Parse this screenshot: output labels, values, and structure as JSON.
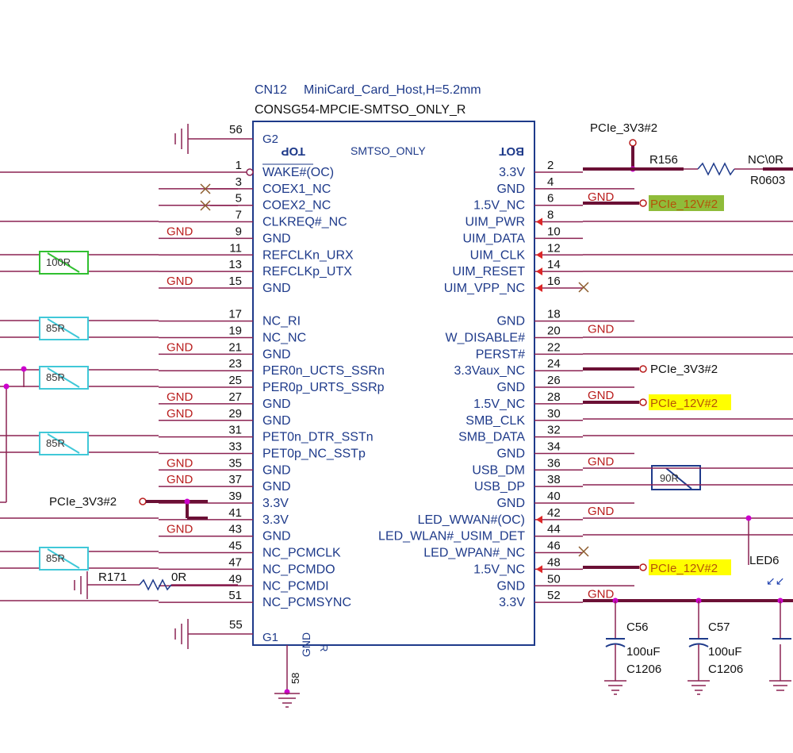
{
  "part": {
    "refdes": "CN12",
    "value": "MiniCard_Card_Host,H=5.2mm",
    "footprint": "CONSG54-MPCIE-SMTSO_ONLY_R",
    "variant": "SMTSO_ONLY",
    "top_label": "TOP",
    "bot_label": "BOT",
    "g2": "G2",
    "g1": "G1",
    "gnd_bottom": "GND",
    "r_mark": "R",
    "pin_56": "56",
    "pin_55": "55",
    "pin_58": "58"
  },
  "left_pins": [
    {
      "num": "1",
      "name": "WAKE#(OC)"
    },
    {
      "num": "3",
      "name": "COEX1_NC"
    },
    {
      "num": "5",
      "name": "COEX2_NC"
    },
    {
      "num": "7",
      "name": "CLKREQ#_NC"
    },
    {
      "num": "9",
      "name": "GND"
    },
    {
      "num": "11",
      "name": "REFCLKn_URX"
    },
    {
      "num": "13",
      "name": "REFCLKp_UTX"
    },
    {
      "num": "15",
      "name": "GND"
    },
    {
      "num": "17",
      "name": "NC_RI"
    },
    {
      "num": "19",
      "name": "NC_NC"
    },
    {
      "num": "21",
      "name": "GND"
    },
    {
      "num": "23",
      "name": "PER0n_UCTS_SSRn"
    },
    {
      "num": "25",
      "name": "PER0p_URTS_SSRp"
    },
    {
      "num": "27",
      "name": "GND"
    },
    {
      "num": "29",
      "name": "GND"
    },
    {
      "num": "31",
      "name": "PET0n_DTR_SSTn"
    },
    {
      "num": "33",
      "name": "PET0p_NC_SSTp"
    },
    {
      "num": "35",
      "name": "GND"
    },
    {
      "num": "37",
      "name": "GND"
    },
    {
      "num": "39",
      "name": "3.3V"
    },
    {
      "num": "41",
      "name": "3.3V"
    },
    {
      "num": "43",
      "name": "GND"
    },
    {
      "num": "45",
      "name": "NC_PCMCLK"
    },
    {
      "num": "47",
      "name": "NC_PCMDO"
    },
    {
      "num": "49",
      "name": "NC_PCMDI"
    },
    {
      "num": "51",
      "name": "NC_PCMSYNC"
    }
  ],
  "right_pins": [
    {
      "num": "2",
      "name": "3.3V"
    },
    {
      "num": "4",
      "name": "GND"
    },
    {
      "num": "6",
      "name": "1.5V_NC"
    },
    {
      "num": "8",
      "name": "UIM_PWR"
    },
    {
      "num": "10",
      "name": "UIM_DATA"
    },
    {
      "num": "12",
      "name": "UIM_CLK"
    },
    {
      "num": "14",
      "name": "UIM_RESET"
    },
    {
      "num": "16",
      "name": "UIM_VPP_NC"
    },
    {
      "num": "18",
      "name": "GND"
    },
    {
      "num": "20",
      "name": "W_DISABLE#"
    },
    {
      "num": "22",
      "name": "PERST#"
    },
    {
      "num": "24",
      "name": "3.3Vaux_NC"
    },
    {
      "num": "26",
      "name": "GND"
    },
    {
      "num": "28",
      "name": "1.5V_NC"
    },
    {
      "num": "30",
      "name": "SMB_CLK"
    },
    {
      "num": "32",
      "name": "SMB_DATA"
    },
    {
      "num": "34",
      "name": "GND"
    },
    {
      "num": "36",
      "name": "USB_DM"
    },
    {
      "num": "38",
      "name": "USB_DP"
    },
    {
      "num": "40",
      "name": "GND"
    },
    {
      "num": "42",
      "name": "LED_WWAN#(OC)"
    },
    {
      "num": "44",
      "name": "LED_WLAN#_USIM_DET"
    },
    {
      "num": "46",
      "name": "LED_WPAN#_NC"
    },
    {
      "num": "48",
      "name": "1.5V_NC"
    },
    {
      "num": "50",
      "name": "GND"
    },
    {
      "num": "52",
      "name": "3.3V"
    }
  ],
  "nets": {
    "gnd": "GND",
    "pcie_3v3": "PCIe_3V3#2",
    "pcie_12v": "PCIe_12V#2"
  },
  "r156": {
    "ref": "R156",
    "value": "NC\\0R",
    "pkg": "R0603"
  },
  "r171": {
    "ref": "R171",
    "value": "0R"
  },
  "term_100r": "100R",
  "term_85r": "85R",
  "term_90r": "90R",
  "c56": {
    "ref": "C56",
    "value": "100uF",
    "pkg": "C1206"
  },
  "c57": {
    "ref": "C57",
    "value": "100uF",
    "pkg": "C1206"
  },
  "led6": "LED6",
  "colors": {
    "wire": "#8b2252",
    "box": "#1e3a8a",
    "net_label": "#b91c1c",
    "highlight_yellow": "#ffff00",
    "highlight_olive": "#8fbc3a",
    "dot": "#cc00cc",
    "term_cyan": "#40c8d8",
    "term_green": "#30c030"
  }
}
